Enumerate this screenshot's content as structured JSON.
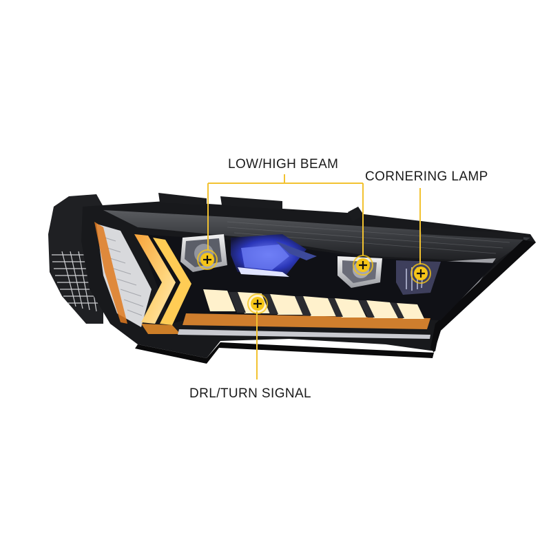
{
  "image": {
    "subject": "LED headlight assembly with feature callouts",
    "background": "#ffffff"
  },
  "callouts": {
    "low_high_beam": {
      "label": "LOW/HIGH BEAM",
      "markers": 2
    },
    "cornering_lamp": {
      "label": "CORNERING LAMP",
      "markers": 1
    },
    "drl_turn_signal": {
      "label": "DRL/TURN SIGNAL",
      "markers": 1
    }
  },
  "marker_icon": "plus-in-circle-icon",
  "colors": {
    "accent_yellow": "#f5c518",
    "leader_line": "#f2c230",
    "label_text": "#1a1a1a",
    "housing_black": "#1c1d20",
    "drl_amber": "#f4b040",
    "drl_white": "#fff4d6",
    "projector_blue": "#3b4fd8"
  }
}
